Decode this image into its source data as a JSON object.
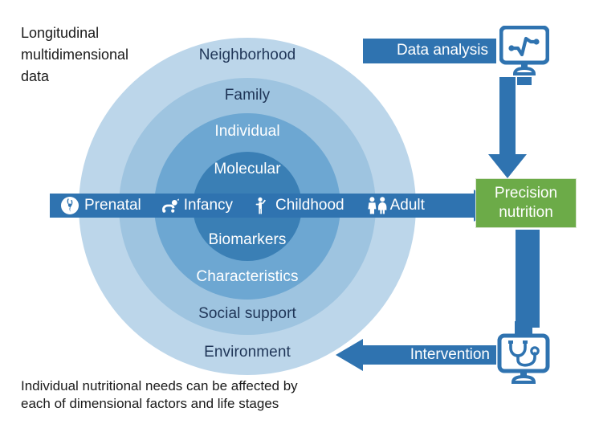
{
  "colors": {
    "ring1": "#bcd6ea",
    "ring2": "#9ec4e0",
    "ring3": "#6da7d2",
    "ring4": "#3a7fb5",
    "arrow_blue": "#2f73b0",
    "accent_green": "#6cab48",
    "label_dark": "#1f3557",
    "label_light": "#ffffff",
    "text_black": "#1a1a1a"
  },
  "top_left_caption": "Longitudinal\nmultidimensional\ndata",
  "bottom_caption": "Individual nutritional needs can be affected by\neach of dimensional factors and life stages",
  "rings": [
    {
      "label": "Neighborhood",
      "level": 1,
      "text_color": "dark"
    },
    {
      "label": "Family",
      "level": 2,
      "text_color": "dark"
    },
    {
      "label": "Individual",
      "level": 3,
      "text_color": "light"
    },
    {
      "label": "Molecular",
      "level": 4,
      "text_color": "light"
    },
    {
      "label": "Biomarkers",
      "level": 4,
      "text_color": "light"
    },
    {
      "label": "Characteristics",
      "level": 3,
      "text_color": "light"
    },
    {
      "label": "Social support",
      "level": 2,
      "text_color": "dark"
    },
    {
      "label": "Environment",
      "level": 1,
      "text_color": "dark"
    }
  ],
  "life_stages": [
    {
      "label": "Prenatal",
      "icon": "pregnancy-icon"
    },
    {
      "label": "Infancy",
      "icon": "crawling-baby-icon"
    },
    {
      "label": "Childhood",
      "icon": "child-figure-icon"
    },
    {
      "label": "Adult",
      "icon": "two-adults-icon"
    }
  ],
  "data_analysis": {
    "label": "Data analysis",
    "icon": "monitor-chart-icon"
  },
  "intervention": {
    "label": "Intervention",
    "icon": "monitor-stethoscope-icon"
  },
  "precision_nutrition": {
    "label": "Precision\nnutrition"
  }
}
